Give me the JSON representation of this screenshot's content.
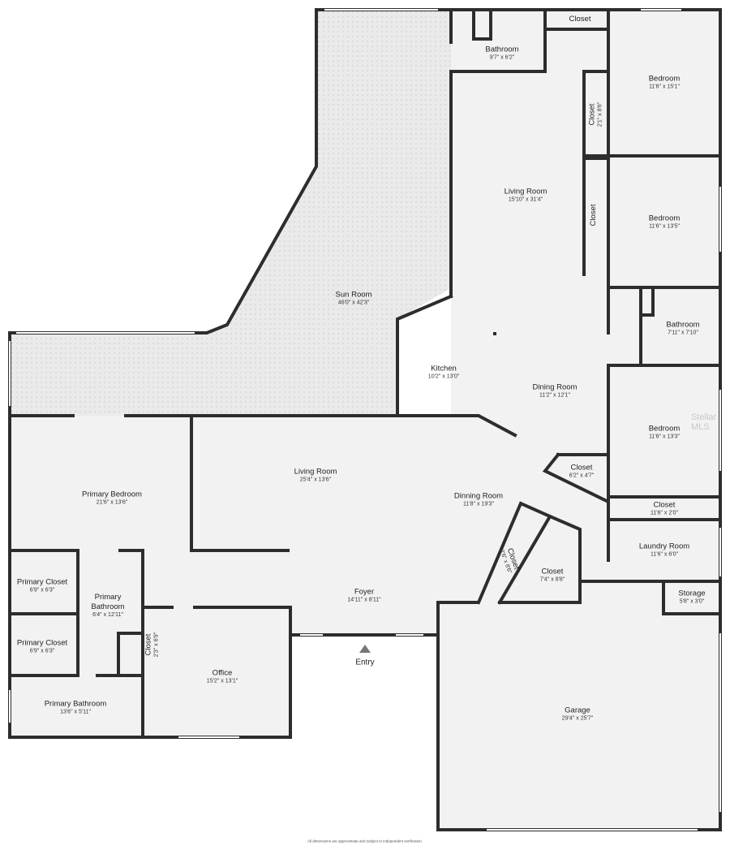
{
  "rooms": [
    {
      "name": "Bathroom",
      "dims": "9'7\" x 6'2\""
    },
    {
      "name": "Closet",
      "dims": ""
    },
    {
      "name": "Bedroom",
      "dims": "11'6\" x 15'1\""
    },
    {
      "name": "Closet",
      "dims": "2'1\" x 8'6\""
    },
    {
      "name": "Living Room",
      "dims": "15'10\" x 31'4\""
    },
    {
      "name": "Closet",
      "dims": ""
    },
    {
      "name": "Bedroom",
      "dims": "11'6\" x 13'5\""
    },
    {
      "name": "Sun Room",
      "dims": "46'0\" x 42'3\""
    },
    {
      "name": "Bathroom",
      "dims": "7'11\" x 7'10\""
    },
    {
      "name": "Kitchen",
      "dims": "10'2\" x 13'0\""
    },
    {
      "name": "Dining Room",
      "dims": "11'2\" x 12'1\""
    },
    {
      "name": "Bedroom",
      "dims": "11'6\" x 13'3\""
    },
    {
      "name": "Closet",
      "dims": "6'2\" x 4'7\""
    },
    {
      "name": "Living Room",
      "dims": "25'4\" x 13'6\""
    },
    {
      "name": "Primary Bedroom",
      "dims": "21'6\" x 13'6\""
    },
    {
      "name": "Dinning Room",
      "dims": "11'8\" x 19'3\""
    },
    {
      "name": "Closet",
      "dims": "11'6\" x 2'0\""
    },
    {
      "name": "Closet",
      "dims": "2'6\" x 8'6\""
    },
    {
      "name": "Laundry Room",
      "dims": "11'6\" x 6'0\""
    },
    {
      "name": "Closet",
      "dims": "7'4\" x 8'8\""
    },
    {
      "name": "Primary Closet",
      "dims": "6'9\" x 6'3\""
    },
    {
      "name": "Primary Bathroom",
      "dims": "6'4\" x 12'11\""
    },
    {
      "name": "Foyer",
      "dims": "14'11\" x 8'11\""
    },
    {
      "name": "Storage",
      "dims": "5'8\" x 3'0\""
    },
    {
      "name": "Primary Closet",
      "dims": "6'9\" x 6'3\""
    },
    {
      "name": "Closet",
      "dims": "2'3\" x 6'9\""
    },
    {
      "name": "Office",
      "dims": "15'2\" x 13'1\""
    },
    {
      "name": "Primary Bathroom",
      "dims": "13'6\" x 5'11\""
    },
    {
      "name": "Garage",
      "dims": "29'4\" x 25'7\""
    }
  ],
  "entry_label": "Entry",
  "watermark": "Stellar MLS",
  "disclaimer": "All dimensions are approximate and subject to independent verification.",
  "colors": {
    "wall": "#2d2d2d",
    "floor": "#f2f2f2",
    "tile": "#e6e6e6",
    "window": "#ffffff"
  }
}
